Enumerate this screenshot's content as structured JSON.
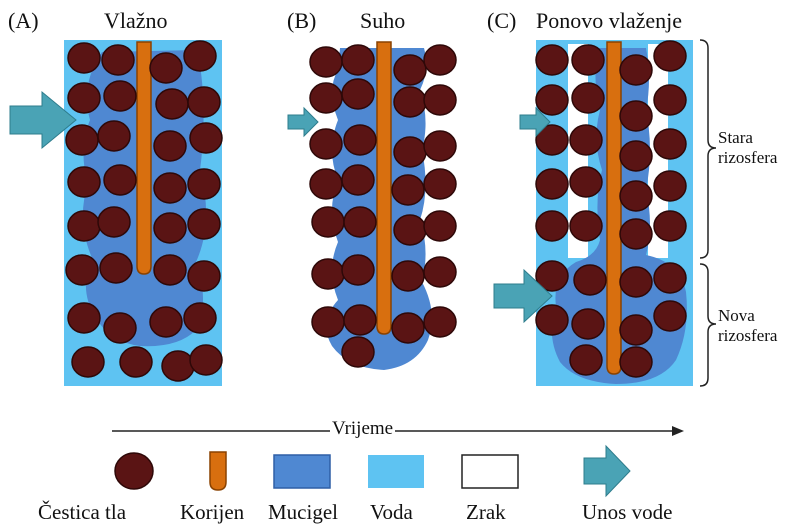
{
  "panels": [
    {
      "letter": "(A)",
      "title": "Vlažno"
    },
    {
      "letter": "(B)",
      "title": "Suho"
    },
    {
      "letter": "(C)",
      "title": "Ponovo vlaženje"
    }
  ],
  "rhizosphere": {
    "old": {
      "line1": "Stara",
      "line2": "rizosfera"
    },
    "new": {
      "line1": "Nova",
      "line2": "rizosfera"
    }
  },
  "time_axis": {
    "label": "Vrijeme"
  },
  "legend": [
    {
      "key": "soil-particle",
      "label": "Čestica tla"
    },
    {
      "key": "root",
      "label": "Korijen"
    },
    {
      "key": "mucilage",
      "label": "Mucigel"
    },
    {
      "key": "water",
      "label": "Voda"
    },
    {
      "key": "air",
      "label": "Zrak"
    },
    {
      "key": "water-input",
      "label": "Unos vode"
    }
  ],
  "colors": {
    "particle": "#5a1414",
    "particle_stroke": "#2e0808",
    "root": "#d86f0f",
    "root_stroke": "#8a4200",
    "mucilage": "#4f88d2",
    "water": "#5ec3f2",
    "air": "#ffffff",
    "arrow": "#4aa3b5"
  }
}
